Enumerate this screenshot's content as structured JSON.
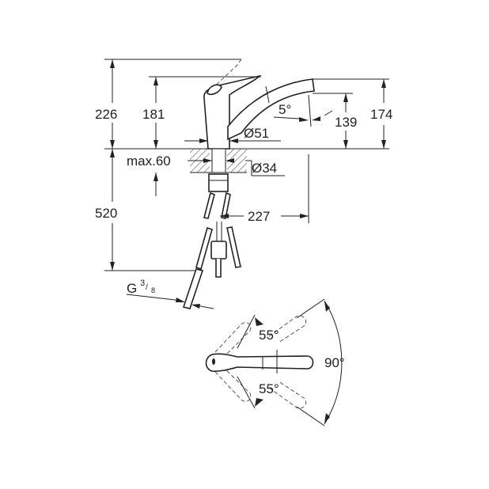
{
  "dimensions": {
    "total_height": "226",
    "lever_height": "181",
    "spout_height": "174",
    "outlet_height": "139",
    "spout_angle": "5°",
    "base_diameter": "Ø51",
    "max_counter_thickness": "max.60",
    "hole_diameter": "Ø34",
    "hose_length": "520",
    "spout_reach": "227",
    "connection_thread": "G",
    "thread_num": "3",
    "thread_den": "8"
  },
  "rotation": {
    "lever_angle_up": "55°",
    "lever_angle_down": "55°",
    "spout_swivel": "90°"
  }
}
